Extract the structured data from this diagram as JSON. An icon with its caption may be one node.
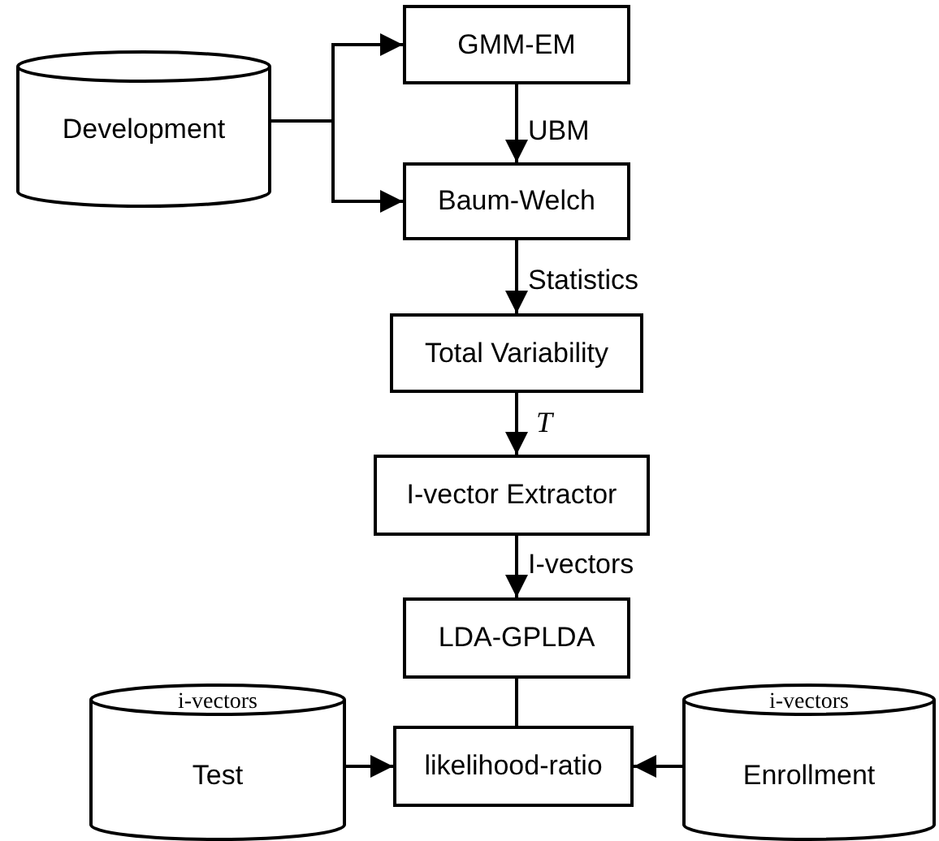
{
  "diagram": {
    "nodes": [
      {
        "text": [
          "Development"
        ]
      },
      {
        "text": [
          "GMM-EM"
        ]
      },
      {
        "text": [
          "Baum-Welch"
        ]
      },
      {
        "text": [
          "Total Variability"
        ]
      },
      {
        "text": [
          "I-vector Extractor"
        ]
      },
      {
        "text": [
          "LDA-GPLDA"
        ]
      },
      {
        "text": [
          "i-vectors",
          "Test"
        ]
      },
      {
        "text": [
          "likelihood-ratio"
        ]
      },
      {
        "text": [
          "i-vectors",
          "Enrollment"
        ]
      }
    ],
    "edges": [
      {
        "from": 0,
        "to": 1,
        "arrow": "to"
      },
      {
        "from": 0,
        "to": 2,
        "arrow": "to"
      },
      {
        "from": 1,
        "to": 2,
        "arrow": "to",
        "label": "UBM"
      },
      {
        "from": 2,
        "to": 3,
        "arrow": "to",
        "label": "Statistics"
      },
      {
        "from": 3,
        "to": 4,
        "arrow": "to",
        "label": "T"
      },
      {
        "from": 4,
        "to": 5,
        "arrow": "to",
        "label": "I-vectors"
      },
      {
        "from": 5,
        "to": 7,
        "arrow": "none"
      },
      {
        "from": 6,
        "to": 7,
        "arrow": "to"
      },
      {
        "from": 8,
        "to": 7,
        "arrow": "to"
      }
    ]
  }
}
